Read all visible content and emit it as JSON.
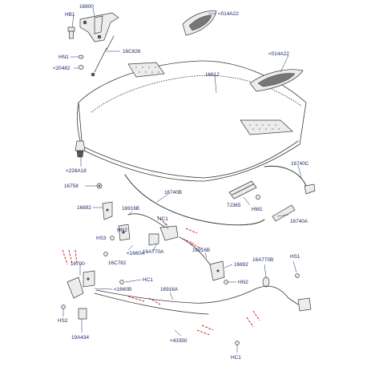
{
  "diagram": {
    "labels": {
      "hb1": "HB1",
      "p16800": "16800",
      "p014a22_top": "<014A22",
      "p014a22_right": "<014A22",
      "p16c826": "16C826",
      "hn1_top": "HN1",
      "p20482": "<20482",
      "p16612": "16612",
      "p228a18": "<228A18",
      "p16758": "16758",
      "p16740c": "16740C",
      "p16740b": "16740B",
      "p7j365": "7J365",
      "hm1": "HM1",
      "p16740a": "16740A",
      "p16892_left": "16892",
      "p16916b_top": "16916B",
      "hc1_top": "HC1",
      "hn2_left": "HN2",
      "hs3": "HS3",
      "p16a770a": "16A770A",
      "p16916b_mid": "16916B",
      "p1660a": "<1660A",
      "p16c782": "16C782",
      "p16700": "16700",
      "p16892_right": "16892",
      "p16a770b": "16A770B",
      "hs1": "HS1",
      "hc1_mid": "HC1",
      "p1660b": "<1660B",
      "p16916a": "16916A",
      "hn2_right": "HN2",
      "hs2": "HS2",
      "p19a434": "19A434",
      "p43350": "<43350",
      "hc1_bottom": "HC1"
    },
    "colors": {
      "label": "#1c2a6b",
      "linework": "#3a3a3a",
      "cable_run": "#c8141e"
    }
  }
}
